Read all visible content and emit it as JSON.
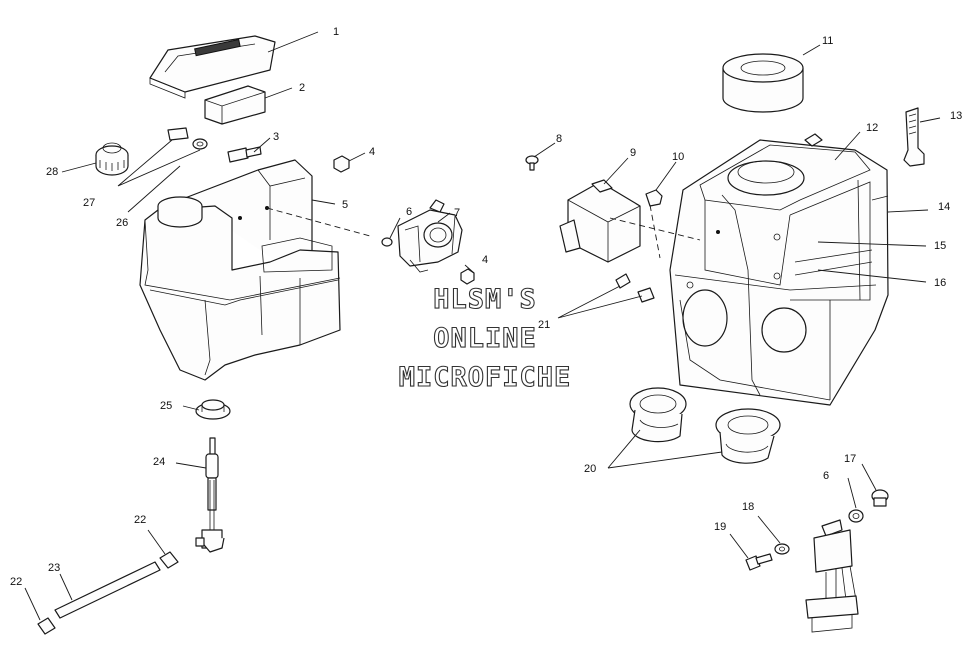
{
  "watermark": [
    "HLSM'S",
    "ONLINE",
    "MICROFICHE"
  ],
  "callouts": [
    "1",
    "2",
    "3",
    "4",
    "4",
    "5",
    "6",
    "7",
    "8",
    "9",
    "10",
    "11",
    "12",
    "13",
    "14",
    "15",
    "16",
    "17",
    "6",
    "18",
    "19",
    "20",
    "21",
    "22",
    "22",
    "23",
    "24",
    "25",
    "26",
    "27",
    "28"
  ]
}
